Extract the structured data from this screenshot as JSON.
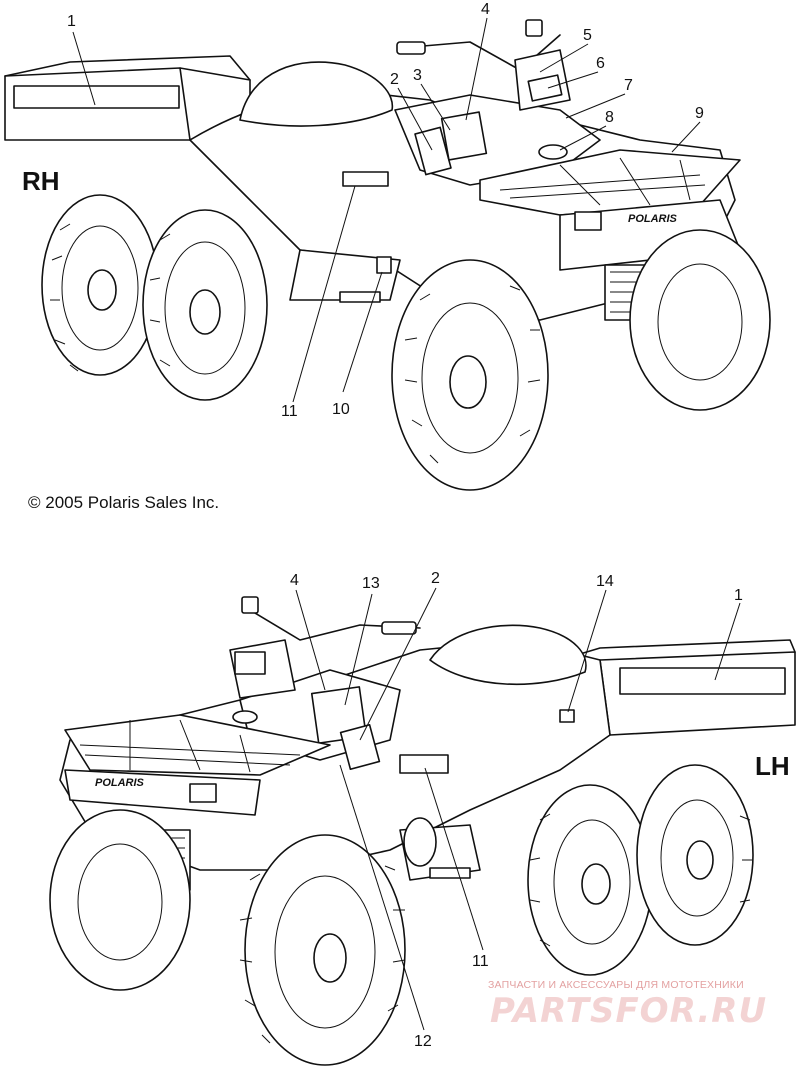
{
  "diagram": {
    "top_view": {
      "side_label": "RH",
      "callouts": [
        "1",
        "2",
        "3",
        "4",
        "5",
        "6",
        "7",
        "8",
        "9",
        "10",
        "11"
      ],
      "decal_text": "POLARIS"
    },
    "bottom_view": {
      "side_label": "LH",
      "callouts": [
        "1",
        "2",
        "4",
        "11",
        "12",
        "13",
        "14"
      ],
      "decal_text": "POLARIS"
    },
    "copyright": "© 2005 Polaris Sales Inc.",
    "watermark": {
      "line1": "ЗАПЧАСТИ И АКСЕССУАРЫ ДЛЯ МОТОТЕХНИКИ",
      "logo": "PARTSFOR.RU"
    }
  }
}
